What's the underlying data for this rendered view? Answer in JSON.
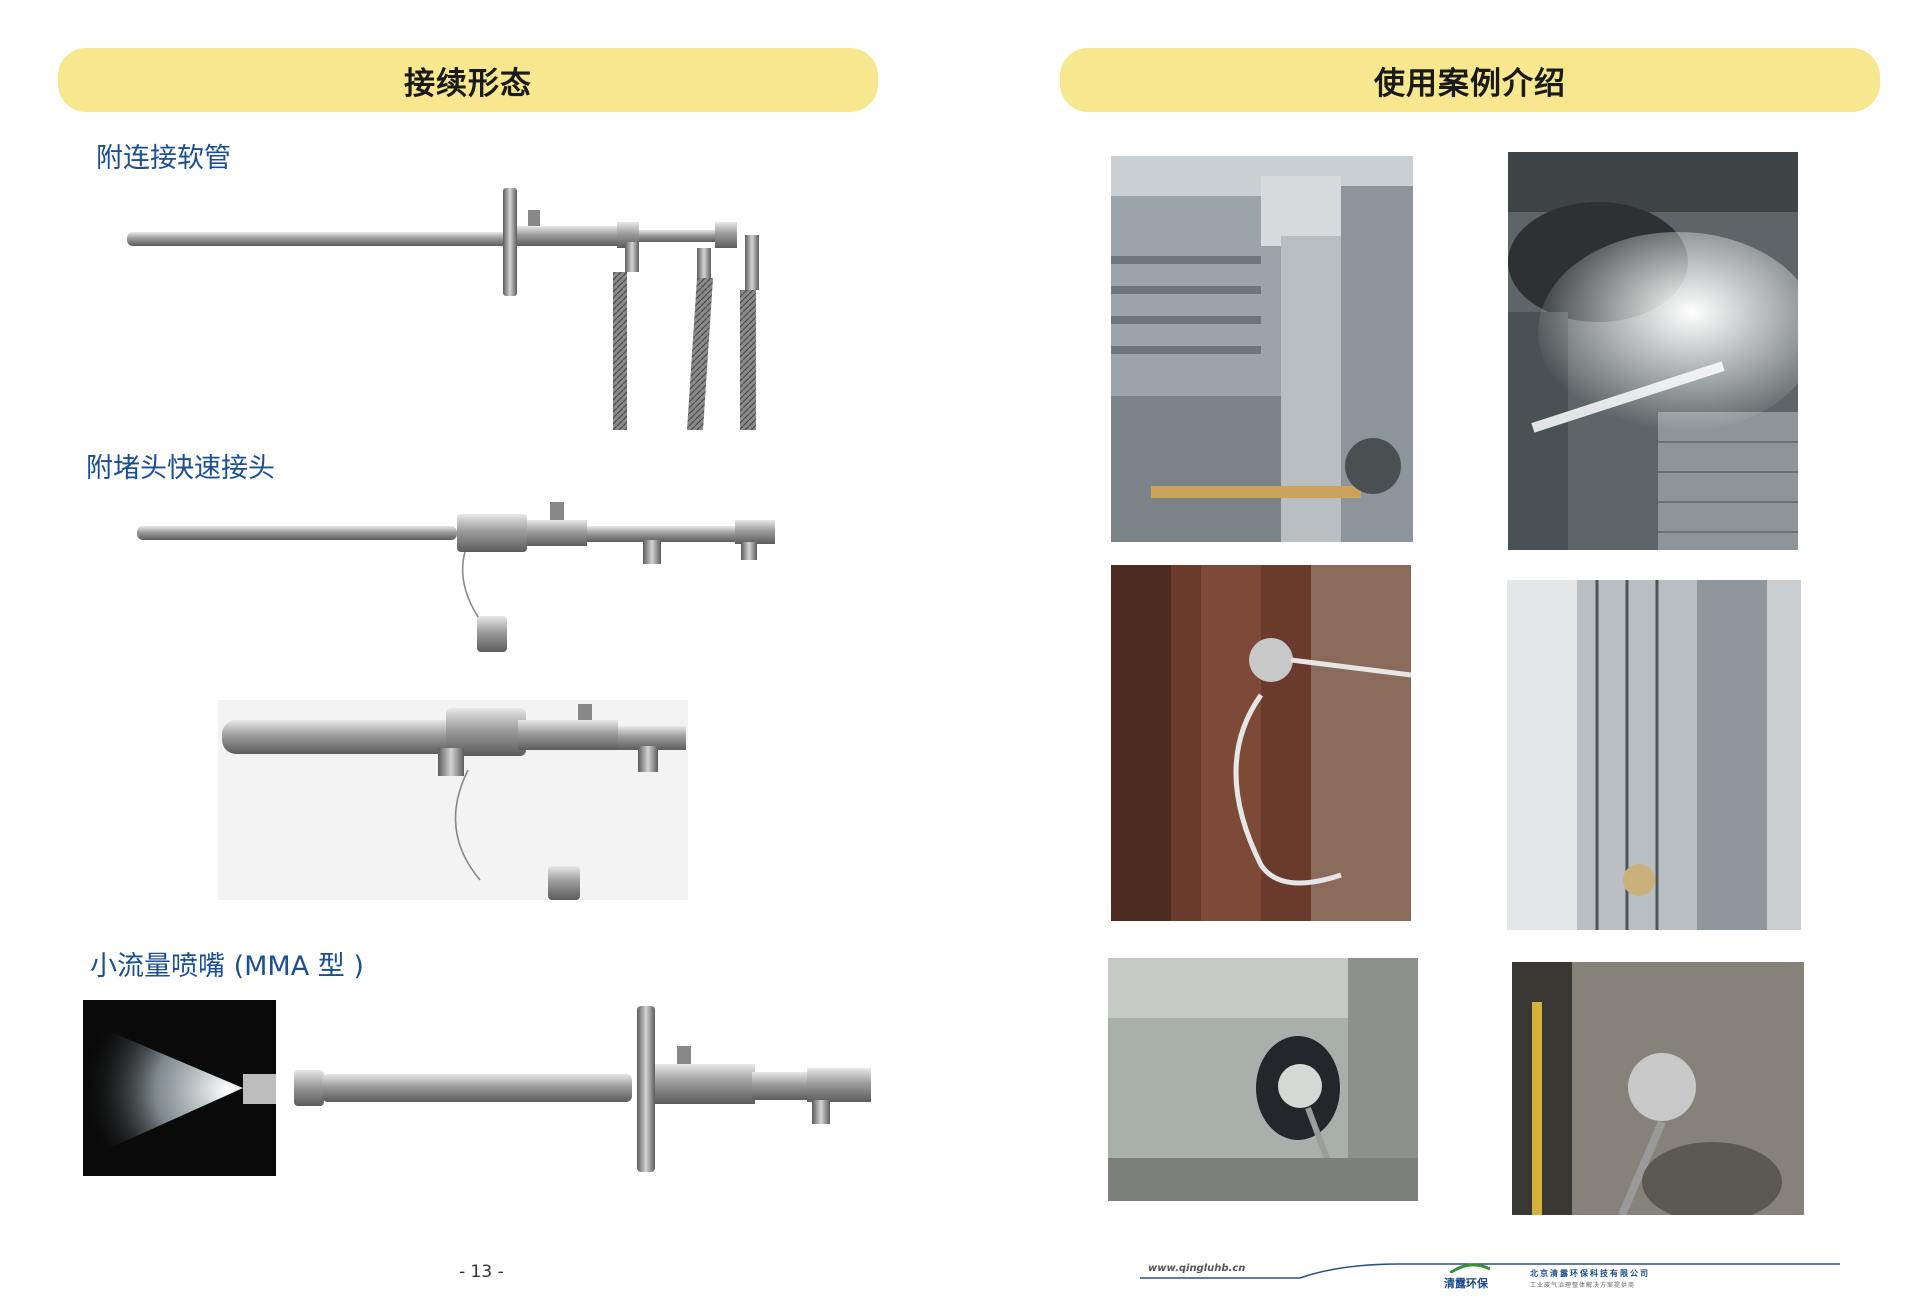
{
  "left_page": {
    "title": "接续形态",
    "sections": [
      {
        "label": "附连接软管"
      },
      {
        "label": "附堵头快速接头"
      },
      {
        "label": "小流量喷嘴 (MMA 型 )"
      }
    ],
    "page_number": "- 13 -"
  },
  "right_page": {
    "title": "使用案例介绍",
    "footer": {
      "url": "www.qingluhb.cn",
      "logo": "清露环保",
      "company": "北京清露环保科技有限公司",
      "tagline": "工业废气治理整体解决方案提供商"
    }
  },
  "colors": {
    "banner": "#f7e88f",
    "heading_blue": "#1a4f96"
  }
}
